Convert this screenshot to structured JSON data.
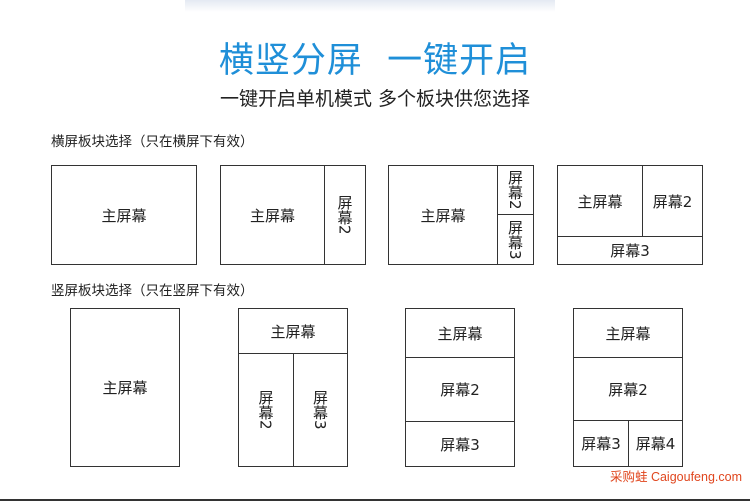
{
  "header": {
    "title": "横竖分屏  一键开启",
    "subtitle": "一键开启单机模式 多个板块供您选择"
  },
  "landscape": {
    "label": "横屏板块选择（只在横屏下有效）",
    "layouts": [
      {
        "main": "主屏幕"
      },
      {
        "main": "主屏幕",
        "side": "屏幕2"
      },
      {
        "main": "主屏幕",
        "side_top": "屏幕2",
        "side_bottom": "屏幕3"
      },
      {
        "main": "主屏幕",
        "side": "屏幕2",
        "bottom": "屏幕3"
      }
    ]
  },
  "portrait": {
    "label": "竖屏板块选择（只在竖屏下有效）",
    "layouts": [
      {
        "main": "主屏幕"
      },
      {
        "top": "主屏幕",
        "bottom_left": "屏幕2",
        "bottom_right": "屏幕3"
      },
      {
        "top": "主屏幕",
        "middle": "屏幕2",
        "bottom": "屏幕3"
      },
      {
        "top": "主屏幕",
        "middle": "屏幕2",
        "bottom_left": "屏幕3",
        "bottom_right": "屏幕4"
      }
    ]
  },
  "watermark": "采购蛙 Caigoufeng.com",
  "colors": {
    "title": "#1f8fd8",
    "watermark": "#e0461e",
    "border": "#333333"
  }
}
